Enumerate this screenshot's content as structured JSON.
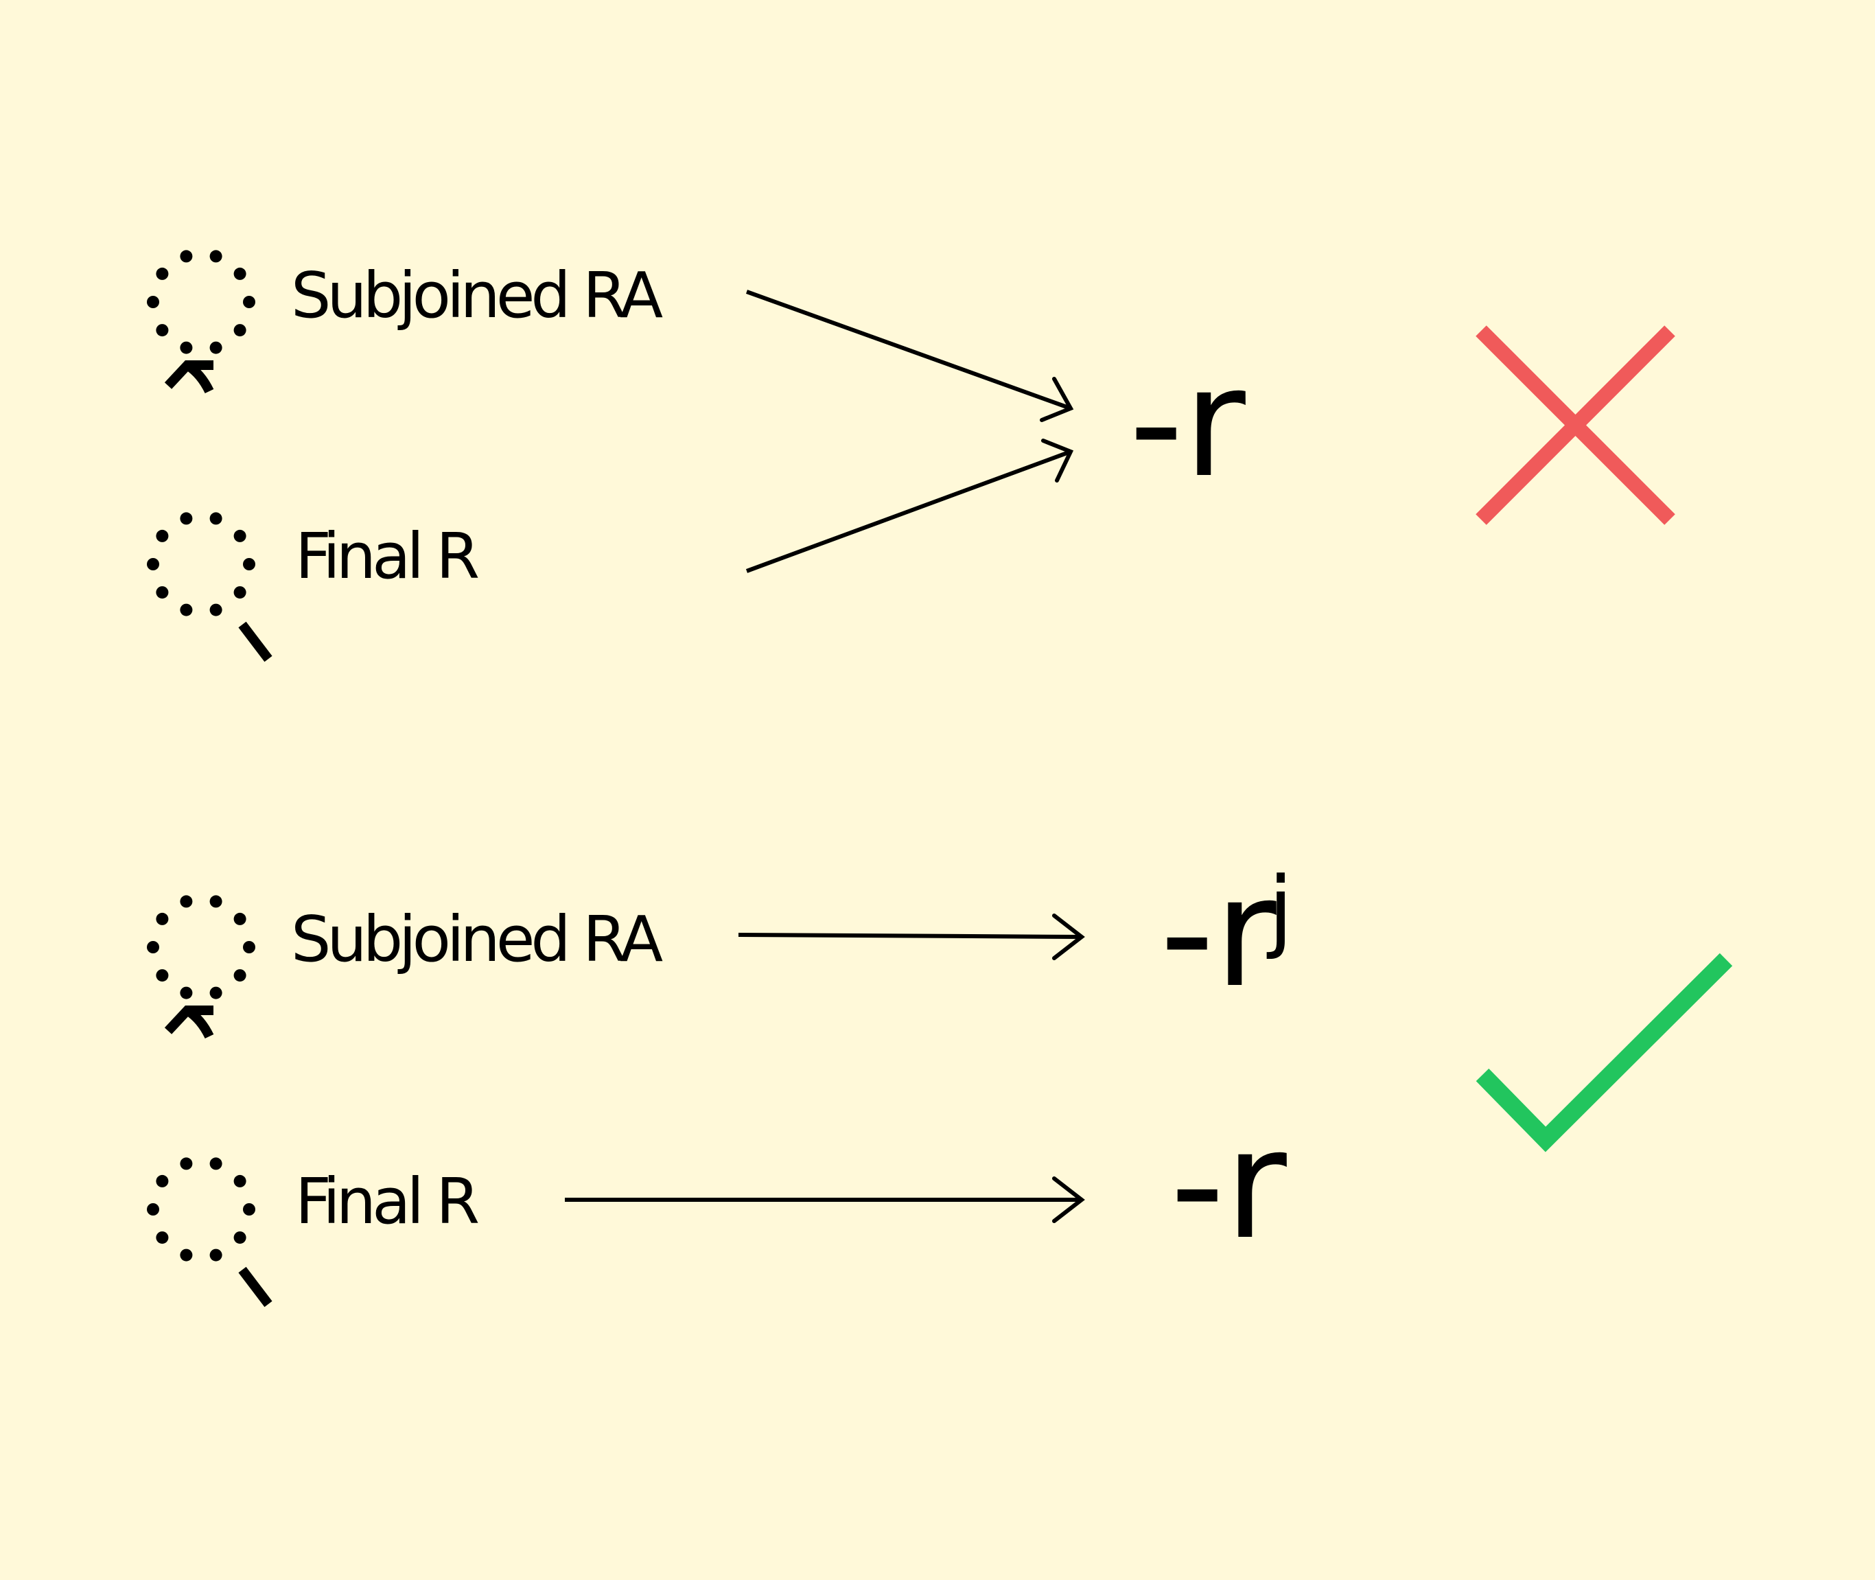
{
  "background_color": "#fff9d9",
  "incorrect": {
    "rows": [
      {
        "label": "Subjoined RA",
        "mark": "subjoined-ra"
      },
      {
        "label": "Final R",
        "mark": "final-r"
      }
    ],
    "result": "-r",
    "verdict_icon": "cross-icon",
    "verdict_color": "#f05a5a"
  },
  "correct": {
    "rows": [
      {
        "label": "Subjoined RA",
        "mark": "subjoined-ra",
        "result": "-r",
        "result_sup": "j"
      },
      {
        "label": "Final R",
        "mark": "final-r",
        "result": "-r",
        "result_sup": ""
      }
    ],
    "verdict_icon": "check-icon",
    "verdict_color": "#22c55e"
  }
}
